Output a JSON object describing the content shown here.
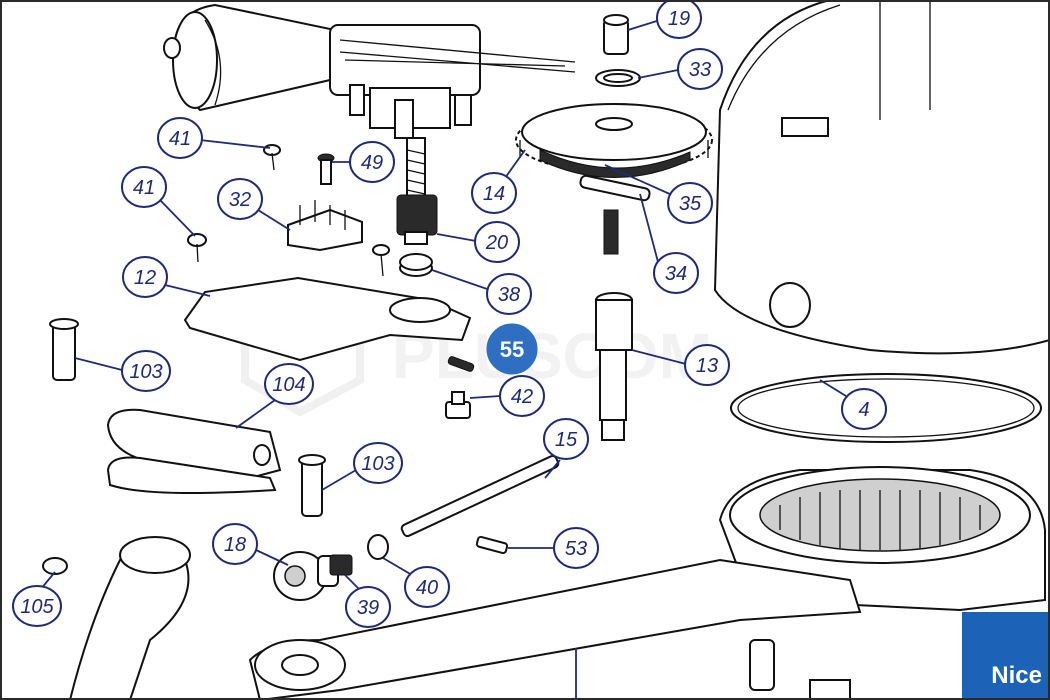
{
  "watermark": "PLUSCOM",
  "highlight_badge": "55",
  "brand": "Nice",
  "callouts": [
    "19",
    "33",
    "41",
    "49",
    "41",
    "32",
    "14",
    "35",
    "20",
    "34",
    "12",
    "38",
    "13",
    "103",
    "42",
    "104",
    "4",
    "15",
    "103",
    "18",
    "53",
    "40",
    "39",
    "105"
  ],
  "colors": {
    "callout": "#1e2a78",
    "brand_bg": "#1c63b7",
    "badge_bg": "#2e6fc2"
  }
}
